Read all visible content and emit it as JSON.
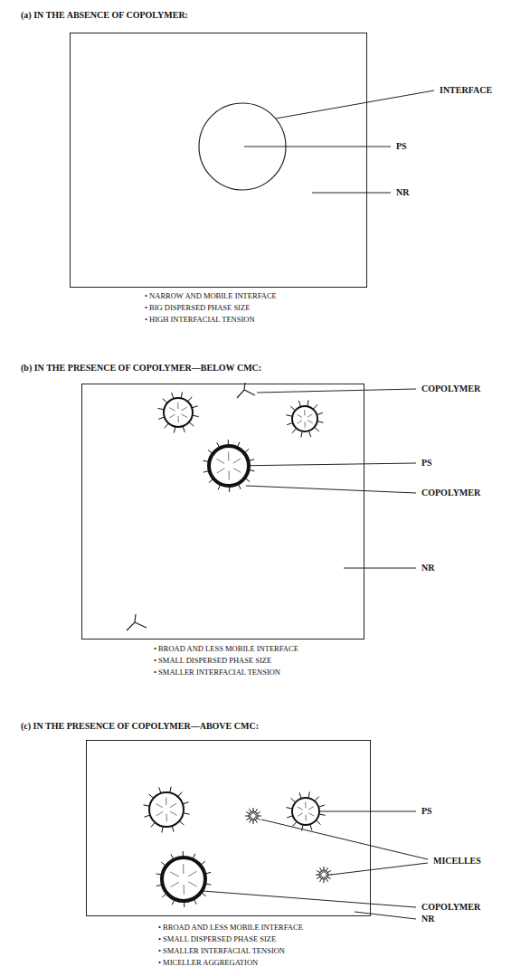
{
  "diagram": {
    "nodes": [
      {
        "text": [
          "(a) IN THE ABSENCE OF COPOLYMER:"
        ]
      },
      {
        "text": [
          "(b) IN THE PRESENCE OF COPOLYMER—BELOW CMC:"
        ]
      },
      {
        "text": [
          "(c) IN THE PRESENCE OF COPOLYMER—ABOVE CMC:"
        ]
      }
    ],
    "labels": [
      "INTERFACE",
      "PS",
      "NR",
      "• NARROW AND MOBILE INTERFACE",
      "• BIG DISPERSED PHASE SIZE",
      "• HIGH INTERFACIAL TENSION",
      "COPOLYMER",
      "PS",
      "COPOLYMER",
      "NR",
      "• BROAD AND LESS MOBILE INTERFACE",
      "• SMALL DISPERSED PHASE SIZE",
      "• SMALLER INTERFACIAL TENSION",
      "PS",
      "MICELLES",
      "COPOLYMER",
      "NR",
      "• BROAD AND LESS MOBILE INTERFACE",
      "• SMALL DISPERSED PHASE SIZE",
      "• SMALLER INTERFACIAL TENSION",
      "• MICELLER AGGREGATION"
    ]
  }
}
